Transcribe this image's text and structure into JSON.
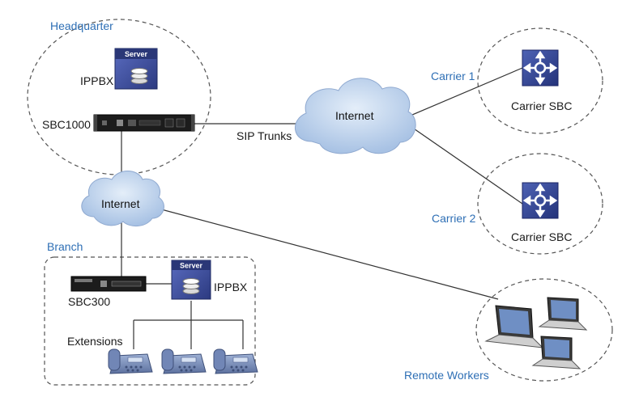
{
  "labels": {
    "headquarter": "Headquarter",
    "ippbx_hq": "IPPBX",
    "sbc1000": "SBC1000",
    "sip_trunks": "SIP Trunks",
    "internet_main": "Internet",
    "internet_small": "Internet",
    "carrier1": "Carrier 1",
    "carrier2": "Carrier 2",
    "carrier_sbc_1": "Carrier SBC",
    "carrier_sbc_2": "Carrier SBC",
    "branch": "Branch",
    "sbc300": "SBC300",
    "ippbx_branch": "IPPBX",
    "extensions": "Extensions",
    "remote_workers": "Remote Workers",
    "server_badge": "Server"
  },
  "colors": {
    "accent_blue": "#2e6fb5",
    "server_blue": "#3d4f9c",
    "cloud": "#bcd0ea",
    "router_blue": "#3a4d9a"
  }
}
